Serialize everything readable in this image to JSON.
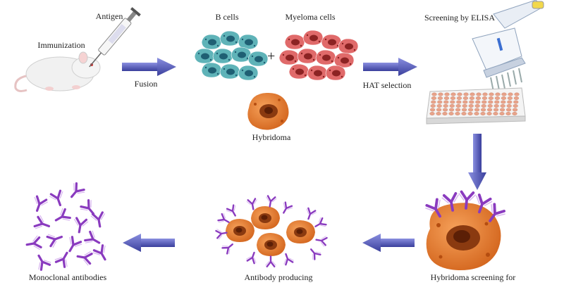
{
  "labels": {
    "antigen": "Antigen",
    "immunization": "Immunization",
    "fusion": "Fusion",
    "b_cells": "B cells",
    "plus": "+",
    "myeloma_cells": "Myeloma cells",
    "hybridoma": "Hybridoma",
    "hat_selection": "HAT selection",
    "screening_elisa": "Screening by ELISA",
    "monoclonal_antibodies": "Monoclonal antibodies",
    "antibody_producing": "Antibody producing",
    "hybridoma_screening": "Hybridoma screening for"
  },
  "colors": {
    "b_cell": "#5fb3b8",
    "b_cell_nucleus": "#1f5f73",
    "myeloma_cell": "#e06a6a",
    "myeloma_nucleus": "#8c2323",
    "hybridoma_cell": "#e57a2b",
    "hybridoma_nucleus": "#8a3a10",
    "antibody": "#8a3bbf",
    "arrow": "#4a4fb0",
    "plate": "#e8a38a"
  }
}
